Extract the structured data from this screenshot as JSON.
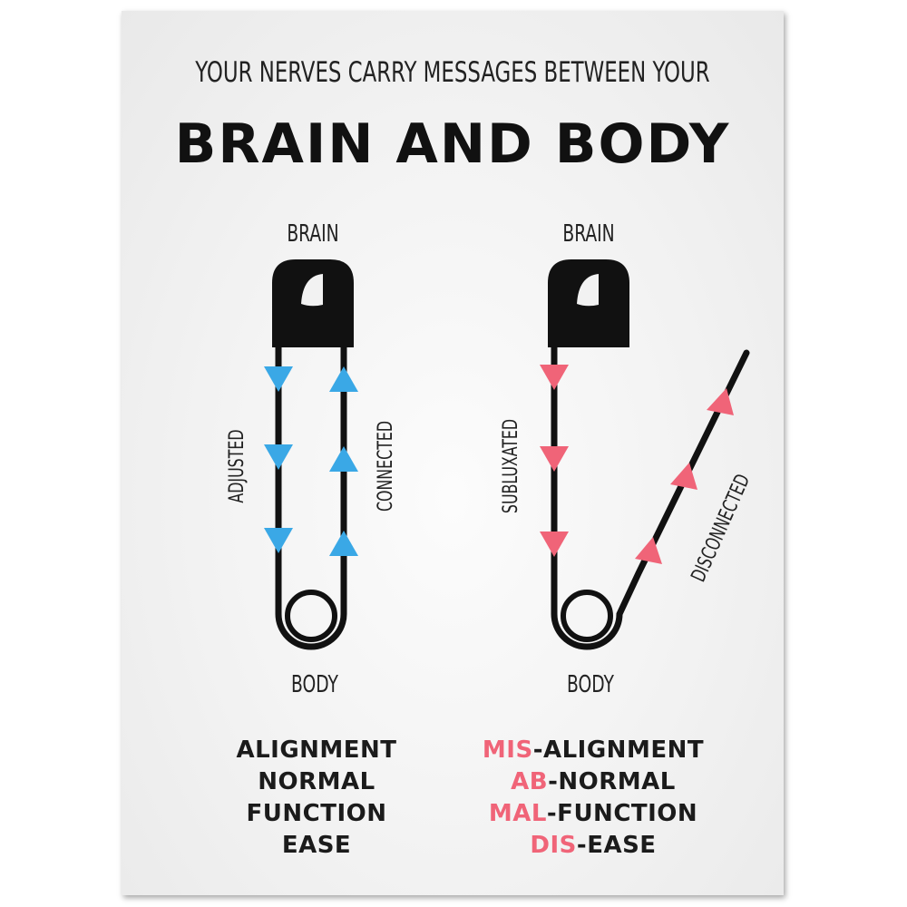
{
  "header": {
    "subtitle": "YOUR NERVES CARRY MESSAGES BETWEEN YOUR",
    "title": "BRAIN AND BODY"
  },
  "colors": {
    "healthy_arrow": "#3aa8e6",
    "problem_arrow": "#f06478",
    "pin": "#111111",
    "text": "#1b1b1b"
  },
  "left_pin": {
    "top_label": "BRAIN",
    "bottom_label": "BODY",
    "left_side_label": "ADJUSTED",
    "right_side_label": "CONNECTED",
    "icon": "closed-safety-pin-icon"
  },
  "right_pin": {
    "top_label": "BRAIN",
    "bottom_label": "BODY",
    "left_side_label": "SUBLUXATED",
    "right_side_label": "DISCONNECTED",
    "icon": "open-safety-pin-icon"
  },
  "left_words": [
    {
      "prefix": "",
      "rest": "ALIGNMENT"
    },
    {
      "prefix": "",
      "rest": "NORMAL"
    },
    {
      "prefix": "",
      "rest": "FUNCTION"
    },
    {
      "prefix": "",
      "rest": "EASE"
    }
  ],
  "right_words": [
    {
      "prefix": "MIS",
      "rest": "-ALIGNMENT"
    },
    {
      "prefix": "AB",
      "rest": "-NORMAL"
    },
    {
      "prefix": "MAL",
      "rest": "-FUNCTION"
    },
    {
      "prefix": "DIS",
      "rest": "-EASE"
    }
  ]
}
